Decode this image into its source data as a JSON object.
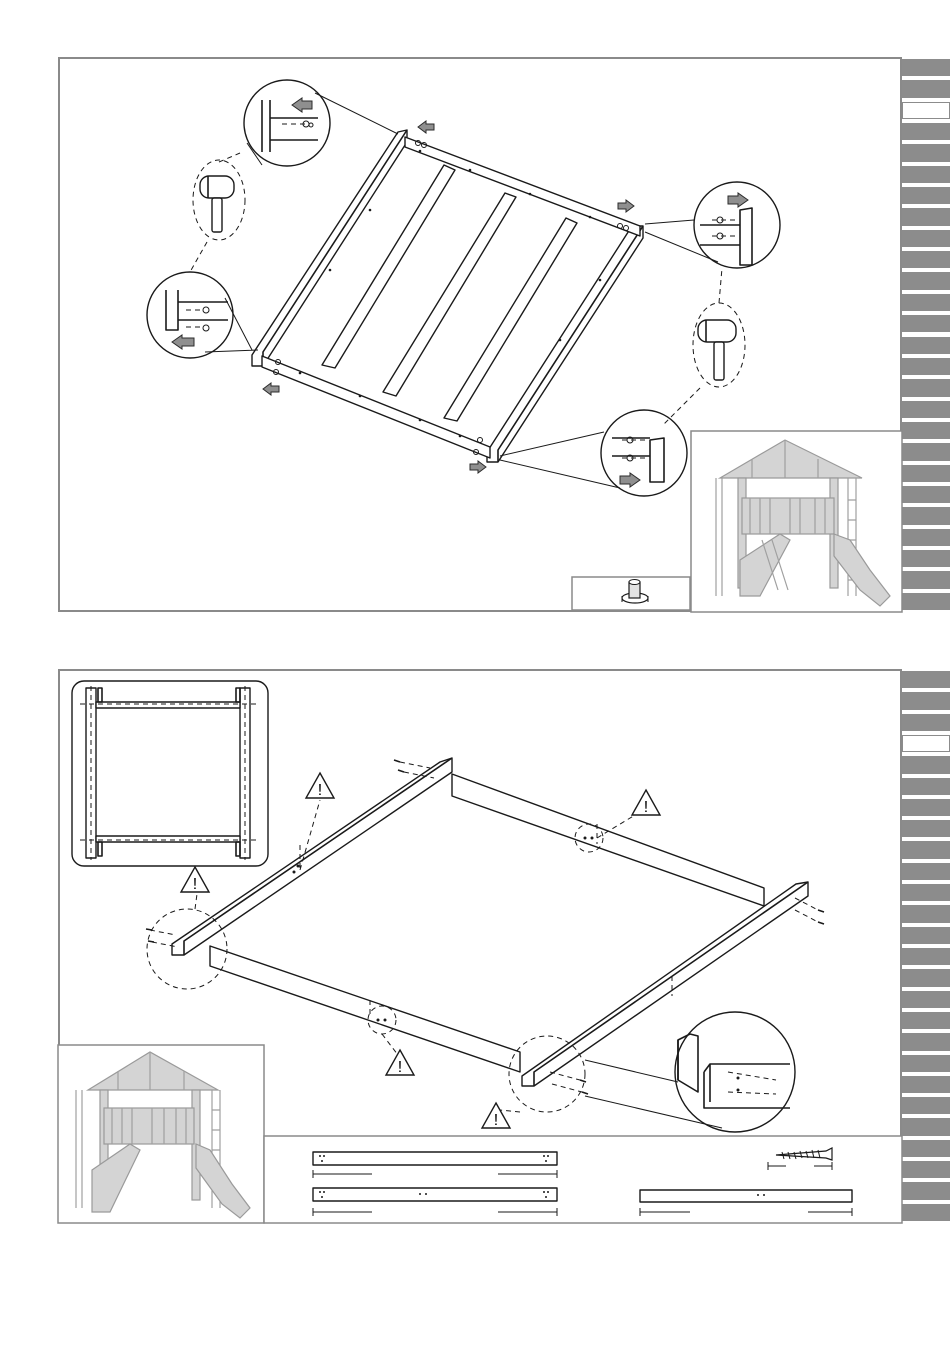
{
  "colors": {
    "frame_border": "#8a8a8a",
    "tab_fill": "#8c8c8c",
    "arrow_fill": "#8f8f8f",
    "line": "#1a1a1a",
    "ghost_fill": "#d4d4d4"
  },
  "icons": {
    "rubber_mallet": "mallet-icon",
    "insert_direction": "arrow-icon",
    "warning": "warning-triangle-icon",
    "tee_nut": "tee-nut-icon",
    "screw": "screw-icon",
    "playtower": "playtower-thumbnail"
  },
  "step1": {
    "active_tab_index": 2,
    "tab_count": 26
  },
  "step2": {
    "active_tab_index": 3,
    "tab_count": 26,
    "warning_count": 5
  }
}
